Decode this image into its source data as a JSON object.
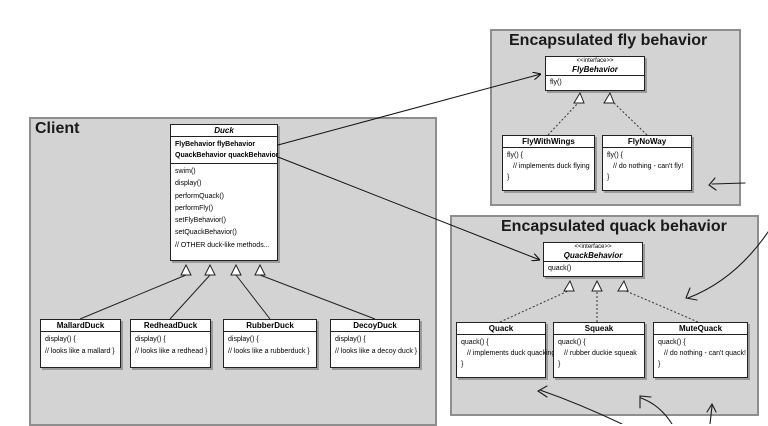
{
  "panels": {
    "client": "Client",
    "fly": "Encapsulated fly behavior",
    "quack": "Encapsulated quack behavior"
  },
  "duck": {
    "name": "Duck",
    "fields": [
      "FlyBehavior flyBehavior",
      "QuackBehavior quackBehavior"
    ],
    "methods": [
      "swim()",
      "display()",
      "performQuack()",
      "performFly()",
      "setFlyBehavior()",
      "setQuackBehavior()",
      "// OTHER duck-like methods..."
    ]
  },
  "ducks": [
    {
      "name": "MallardDuck",
      "lines": [
        "display() {",
        "// looks like a mallard }"
      ]
    },
    {
      "name": "RedheadDuck",
      "lines": [
        "display() {",
        "// looks like a redhead }"
      ]
    },
    {
      "name": "RubberDuck",
      "lines": [
        "display() {",
        "// looks like a rubberduck }"
      ]
    },
    {
      "name": "DecoyDuck",
      "lines": [
        "display() {",
        "// looks like a decoy duck }"
      ]
    }
  ],
  "fly_interface": {
    "stereotype": "<<interface>>",
    "name": "FlyBehavior",
    "methods": [
      "fly()"
    ]
  },
  "fly_impls": [
    {
      "name": "FlyWithWings",
      "lines": [
        "fly() {",
        "// implements duck flying",
        "}"
      ]
    },
    {
      "name": "FlyNoWay",
      "lines": [
        "fly() {",
        "// do nothing - can't fly!",
        "}"
      ]
    }
  ],
  "quack_interface": {
    "stereotype": "<<interface>>",
    "name": "QuackBehavior",
    "methods": [
      "quack()"
    ]
  },
  "quack_impls": [
    {
      "name": "Quack",
      "lines": [
        "quack() {",
        "// implements duck quacking",
        "}"
      ]
    },
    {
      "name": "Squeak",
      "lines": [
        "quack() {",
        "// rubber duckie squeak",
        "}"
      ]
    },
    {
      "name": "MuteQuack",
      "lines": [
        "quack() {",
        "// do nothing - can't quack!",
        "}"
      ]
    }
  ],
  "colors": {
    "panel": "#d3d3d3",
    "panel_border": "#8e8e8e",
    "box_border": "#222222"
  }
}
